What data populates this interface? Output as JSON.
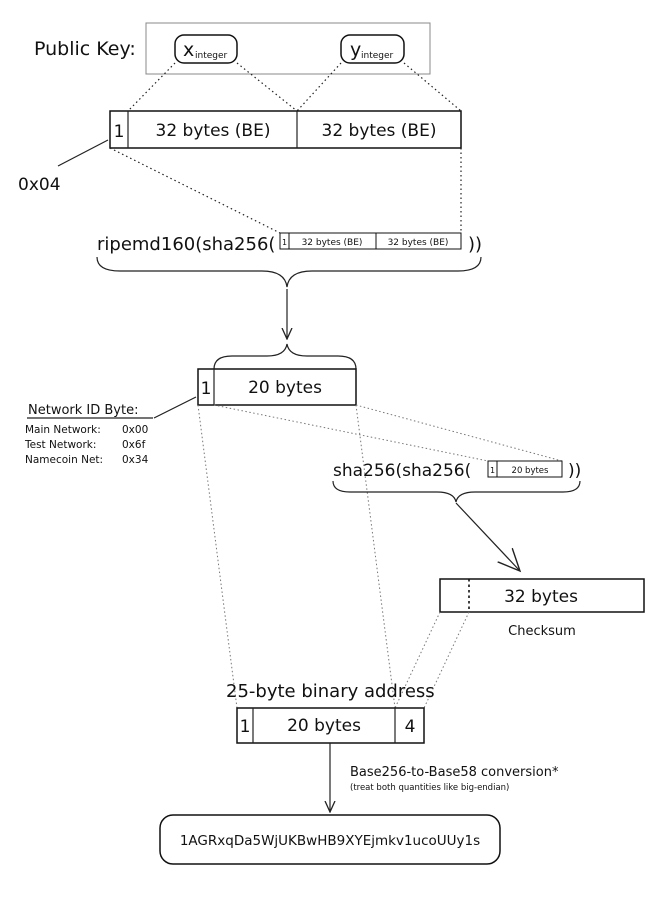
{
  "public_key": {
    "label": "Public Key:",
    "x_main": "x",
    "x_sub": "integer",
    "y_main": "y",
    "y_sub": "integer"
  },
  "uncompressed_key": {
    "prefix_cell": "1",
    "x_cell": "32 bytes (BE)",
    "y_cell": "32 bytes (BE)",
    "prefix_value": "0x04"
  },
  "ripemd": {
    "open_text": "ripemd160(sha256(",
    "prefix_cell": "1",
    "x_cell": "32 bytes (BE)",
    "y_cell": "32 bytes (BE)",
    "close_text": "))"
  },
  "hash_result": {
    "prefix_cell": "1",
    "body_cell": "20 bytes"
  },
  "network_id": {
    "title": "Network ID Byte:",
    "rows": [
      {
        "name": "Main Network:",
        "value": "0x00"
      },
      {
        "name": "Test Network:",
        "value": "0x6f"
      },
      {
        "name": "Namecoin Net:",
        "value": "0x34"
      }
    ]
  },
  "double_sha": {
    "open_text": "sha256(sha256(",
    "prefix_cell": "1",
    "body_cell": "20 bytes",
    "close_text": "))"
  },
  "checksum": {
    "cell": "32 bytes",
    "label": "Checksum"
  },
  "binary_address": {
    "title": "25-byte binary address",
    "prefix_cell": "1",
    "body_cell": "20 bytes",
    "checksum_cell": "4"
  },
  "conversion": {
    "title": "Base256-to-Base58 conversion*",
    "note": "(treat both quantities like big-endian)"
  },
  "address": {
    "value": "1AGRxqDa5WjUKBwHB9XYEjmkv1ucoUUy1s"
  }
}
